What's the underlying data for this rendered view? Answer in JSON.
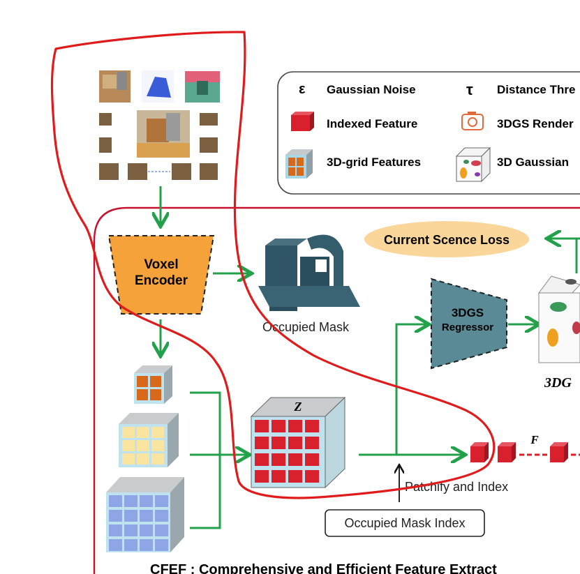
{
  "legend": {
    "noise_symbol": "ε",
    "noise_label": "Gaussian Noise",
    "tau_symbol": "τ",
    "tau_label": "Distance Thre",
    "indexed_label": "Indexed Feature",
    "render_label": "3DGS Render",
    "grid_label": "3D-grid Features",
    "gaussian_label": "3D Gaussian"
  },
  "nodes": {
    "voxel_encoder_line1": "Voxel",
    "voxel_encoder_line2": "Encoder",
    "occupied_mask": "Occupied Mask",
    "regressor_line1": "3DGS",
    "regressor_line2": "Regressor",
    "current_loss": "Current Scence Loss",
    "z_label": "Z",
    "f_label": "F",
    "patchify": "Patchify and Index",
    "mask_index": "Occupied Mask Index",
    "dg_label": "3DG",
    "cfef_title": "CFEF : Comprehensive and Efficient Feature Extract"
  },
  "colors": {
    "green_arrow": "#22a04a",
    "frame_red": "#c8102e",
    "annotation_red": "#e01b1b",
    "encoder_orange": "#f6a23b",
    "regressor_teal": "#5a8a96",
    "feature_red": "#d9212e",
    "loss_fill": "#fbd69a"
  }
}
